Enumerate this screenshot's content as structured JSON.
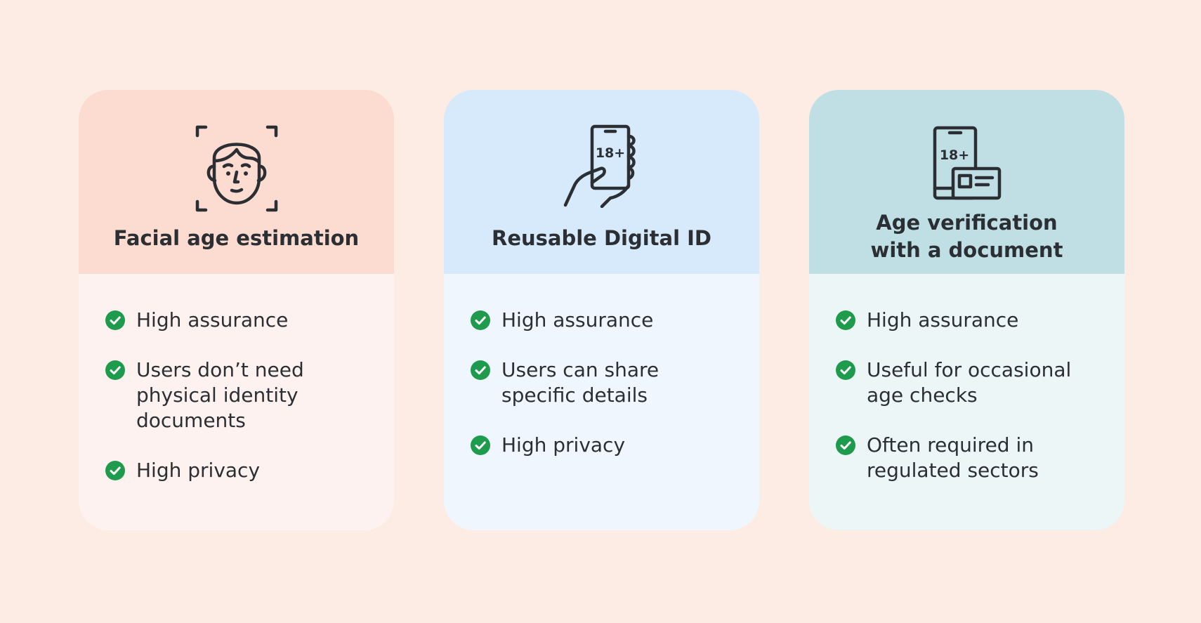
{
  "colors": {
    "page_background": "#fdece3",
    "check_green": "#1f9b4e",
    "text": "#2b2f33"
  },
  "cards": [
    {
      "icon": "face-scan-icon",
      "title": "Facial age estimation",
      "header_color": "#fcdcd0",
      "body_color": "#fdf2ef",
      "features": [
        "High assurance",
        "Users don’t need physical identity documents",
        "High privacy"
      ]
    },
    {
      "icon": "phone-in-hand-icon",
      "icon_label": "18+",
      "title": "Reusable Digital ID",
      "header_color": "#d7eafb",
      "body_color": "#eff6fd",
      "features": [
        "High assurance",
        "Users can share specific details",
        "High privacy"
      ]
    },
    {
      "icon": "phone-and-id-card-icon",
      "icon_label": "18+",
      "title": "Age verification with a document",
      "header_color": "#bfdfe5",
      "body_color": "#ecf6f7",
      "features": [
        "High assurance",
        "Useful for occasional age checks",
        "Often required in regulated sectors"
      ]
    }
  ]
}
